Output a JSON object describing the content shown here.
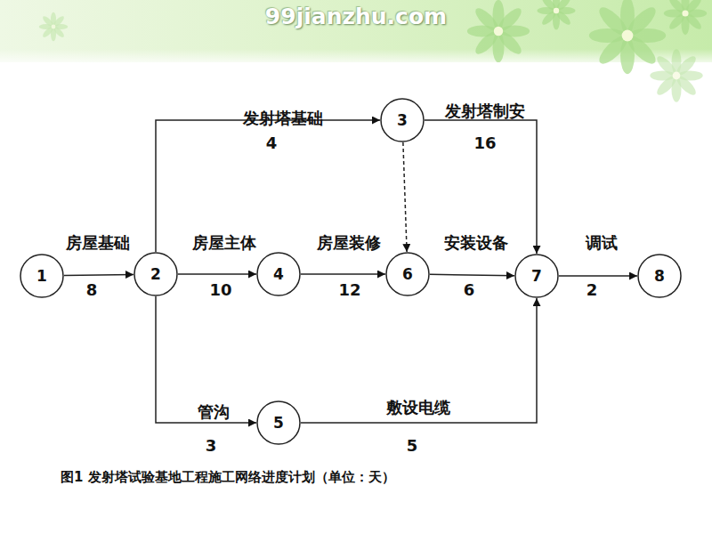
{
  "diagram": {
    "caption": "图1 发射塔试验基地工程施工网络进度计划（单位：天）",
    "nodes": [
      {
        "text": [
          "1"
        ]
      },
      {
        "text": [
          "2"
        ]
      },
      {
        "text": [
          "3"
        ]
      },
      {
        "text": [
          "4"
        ]
      },
      {
        "text": [
          "5"
        ]
      },
      {
        "text": [
          "6"
        ]
      },
      {
        "text": [
          "7"
        ]
      },
      {
        "text": [
          "8"
        ]
      }
    ],
    "edges": [
      {
        "from": 0,
        "to": 1,
        "arrow": "to",
        "label": "房屋基础"
      },
      {
        "from": 1,
        "to": 2,
        "arrow": "to",
        "label": "发射塔基础"
      },
      {
        "from": 2,
        "to": 6,
        "arrow": "to",
        "label": "发射塔制安"
      },
      {
        "from": 2,
        "to": 5,
        "arrow": "to"
      },
      {
        "from": 1,
        "to": 3,
        "arrow": "to",
        "label": "房屋主体"
      },
      {
        "from": 3,
        "to": 5,
        "arrow": "to",
        "label": "房屋装修"
      },
      {
        "from": 5,
        "to": 6,
        "arrow": "to",
        "label": "安装设备"
      },
      {
        "from": 6,
        "to": 7,
        "arrow": "to",
        "label": "调试"
      },
      {
        "from": 1,
        "to": 4,
        "arrow": "to",
        "label": "管沟"
      },
      {
        "from": 4,
        "to": 6,
        "arrow": "to",
        "label": "敷设电缆"
      }
    ],
    "labels": [
      "99jianzhu.com",
      "4",
      "16",
      "8",
      "10",
      "12",
      "6",
      "2",
      "3",
      "5"
    ]
  }
}
